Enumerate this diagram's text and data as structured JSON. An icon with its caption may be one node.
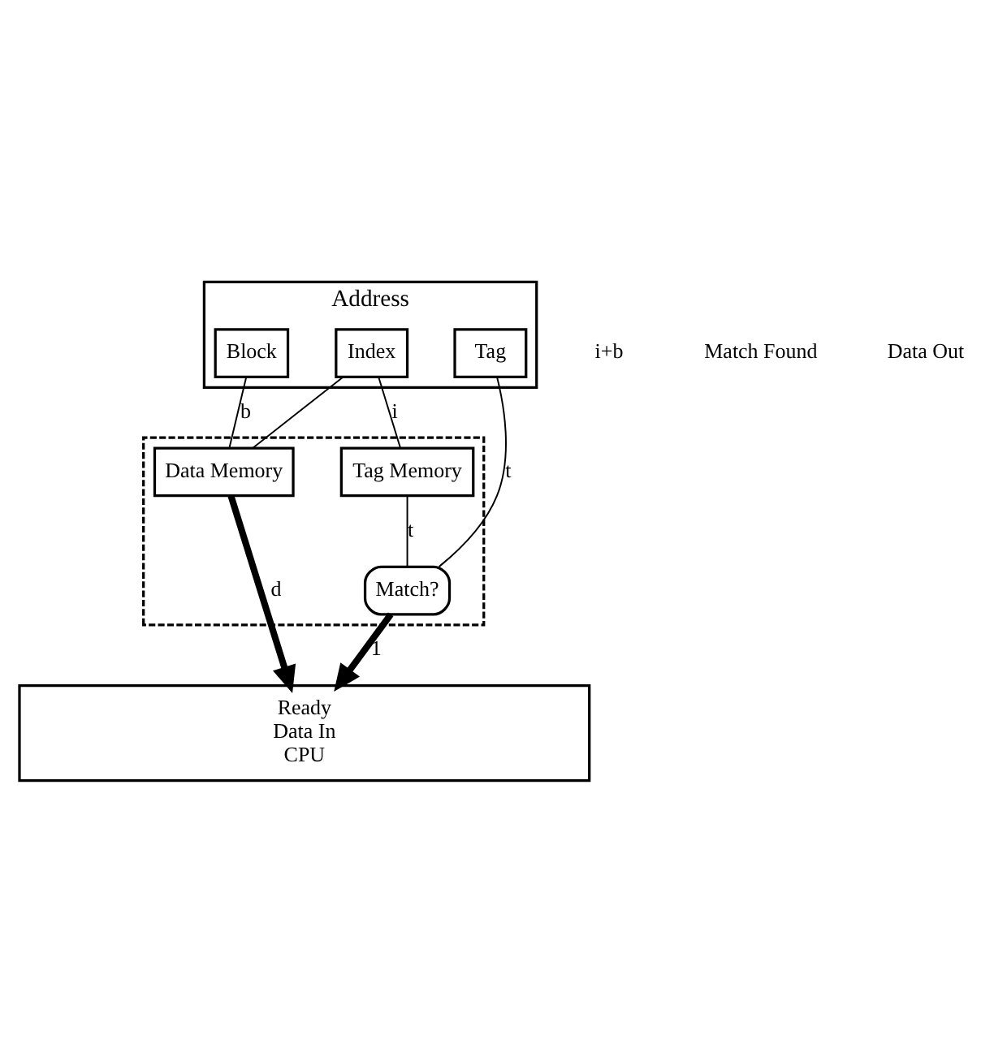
{
  "diagram": {
    "nodes": [
      {
        "text": [
          "Address"
        ]
      },
      {
        "text": [
          "Tag"
        ],
        "in": 0
      },
      {
        "text": [
          "Index"
        ],
        "in": 0
      },
      {
        "text": [
          "Block"
        ],
        "in": 0
      },
      {
        "text": [],
        "shape": "box"
      },
      {
        "text": [
          "Tag Memory"
        ],
        "in": 4
      },
      {
        "text": [
          "Data Memory"
        ],
        "in": 4
      },
      {
        "text": [
          "Match?"
        ],
        "in": 4
      },
      {
        "text": [
          "Ready",
          "Data In",
          "CPU"
        ]
      }
    ],
    "edges": [
      {
        "from": 2,
        "to": 5,
        "arrow": "none",
        "label": "i"
      },
      {
        "from": 2,
        "to": 6,
        "arrow": "none"
      },
      {
        "from": 3,
        "to": 6,
        "arrow": "none",
        "label": "b"
      },
      {
        "from": 1,
        "to": 7,
        "arrow": "none",
        "label": "t"
      },
      {
        "from": 5,
        "to": 7,
        "arrow": "none",
        "label": "t"
      },
      {
        "from": 7,
        "to": 8,
        "arrow": "to",
        "label": "1",
        "style": "thick"
      },
      {
        "from": 6,
        "to": 8,
        "arrow": "to",
        "label": "d",
        "style": "thick"
      }
    ],
    "labels": [
      "i+b",
      "Match Found",
      "Data Out"
    ]
  }
}
